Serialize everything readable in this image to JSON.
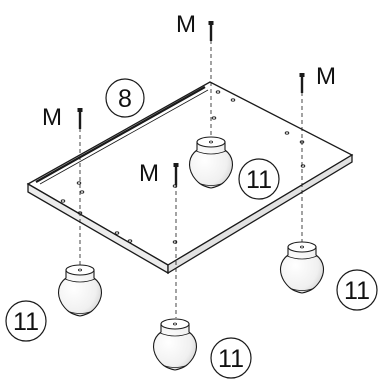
{
  "diagram": {
    "part_label": "8",
    "foot_label": "11",
    "screw_label": "M",
    "colors": {
      "line": "#1a1a1a",
      "board_top": "#ffffff",
      "board_edge": "#e8e8e8",
      "foot_fill": "#ffffff",
      "foot_shade": "#d9d9d9",
      "screw": "#1a1a1a"
    }
  }
}
